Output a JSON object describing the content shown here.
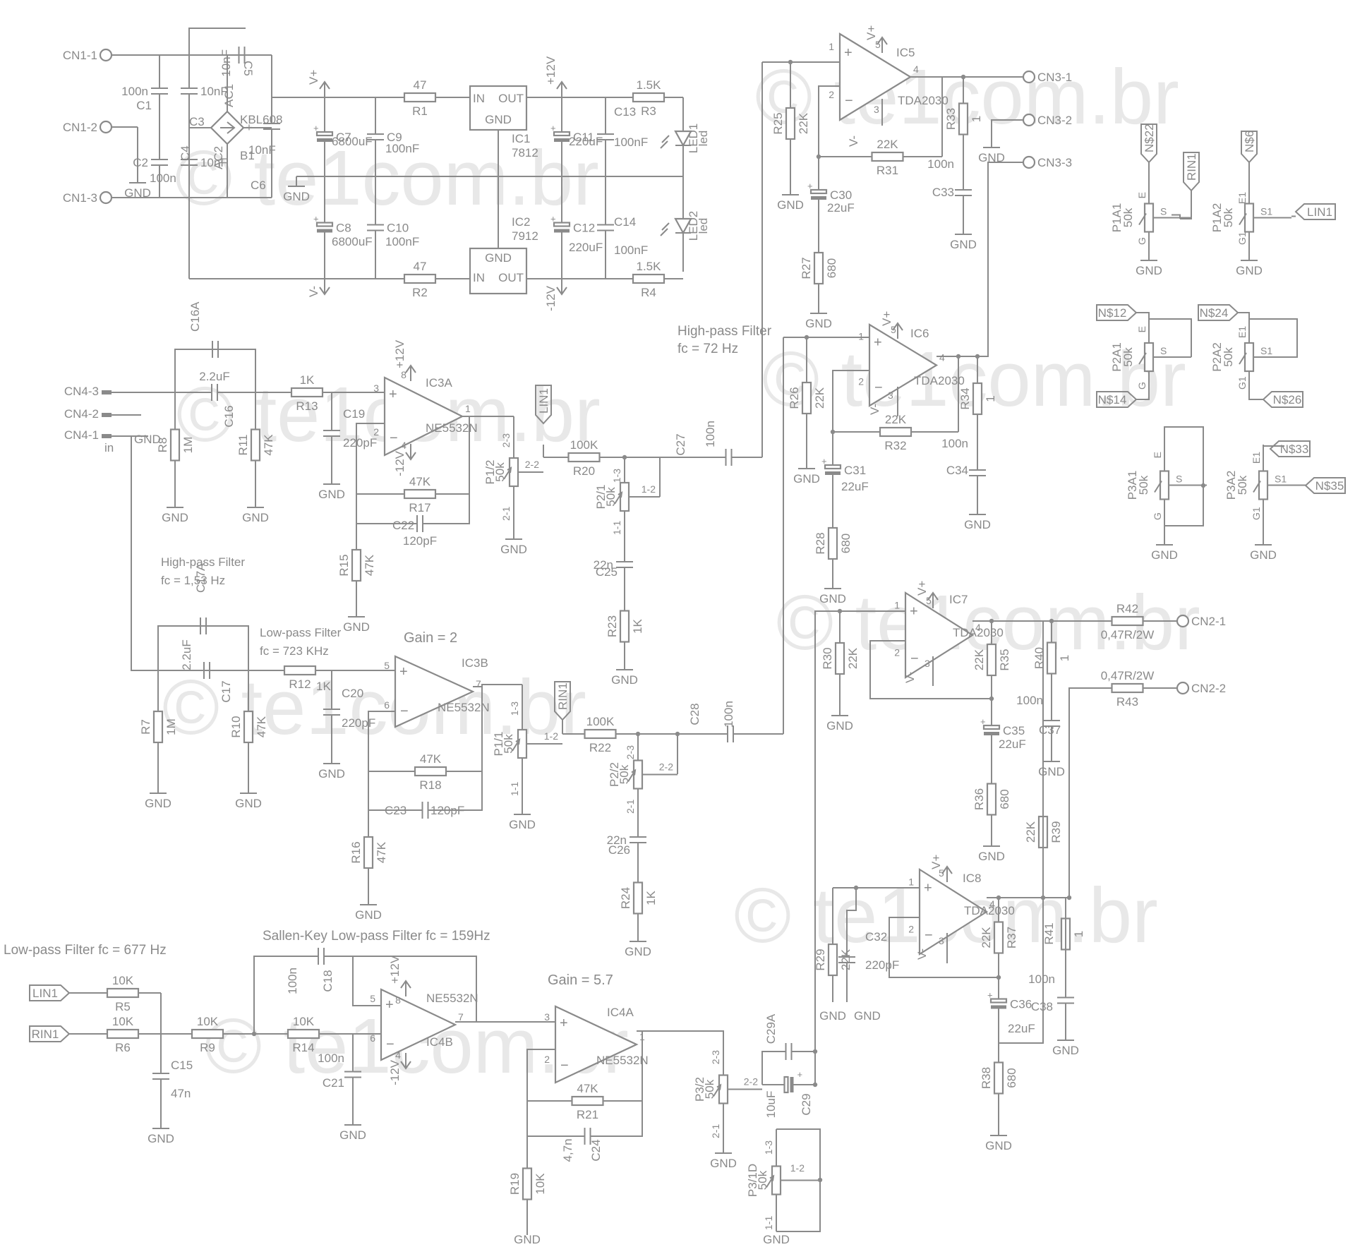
{
  "watermark": "© te1com.br",
  "connectors": [
    "CN1-1",
    "CN1-2",
    "CN1-3",
    "CN4-3",
    "CN4-2",
    "CN4-1",
    "CN3-1",
    "CN3-2",
    "CN3-3",
    "CN2-1",
    "CN2-2"
  ],
  "annotations": {
    "hp1_title": "High-pass Filter",
    "hp1_fc": "fc = 1,53 Hz",
    "lp1_title": "Low-pass Filter",
    "lp1_fc": "fc = 723 KHz",
    "gain_ic3": "Gain = 2",
    "hp2_title": "High-pass Filter",
    "hp2_fc": "fc = 72 Hz",
    "lp2": "Low-pass Filter fc = 677 Hz",
    "sk": "Sallen-Key Low-pass Filter fc = 159Hz",
    "gain_ic4": "Gain = 5.7",
    "in_label": "in"
  },
  "power": {
    "bridge": {
      "name": "B1",
      "part": "KBL608",
      "ac1": "AC1",
      "ac2": "AC2",
      "plus": "+",
      "minus": "-"
    },
    "ic1": {
      "name": "IC1",
      "part": "7812",
      "pin_in": "IN",
      "pin_out": "OUT",
      "pin_gnd": "GND"
    },
    "ic2": {
      "name": "IC2",
      "part": "7912",
      "pin_in": "IN",
      "pin_out": "OUT",
      "pin_gnd": "GND"
    },
    "rails": [
      "V+",
      "V-",
      "+12V",
      "-12V",
      "GND"
    ],
    "led1": {
      "name": "LED1",
      "type": "led"
    },
    "led2": {
      "name": "LED2",
      "type": "led"
    }
  },
  "opamps": [
    {
      "name": "IC3A",
      "part": "NE5532N",
      "pins": [
        "3",
        "2",
        "1",
        "8",
        "4"
      ]
    },
    {
      "name": "IC3B",
      "part": "NE5532N",
      "pins": [
        "5",
        "6",
        "7"
      ]
    },
    {
      "name": "IC4A",
      "part": "NE5532N",
      "pins": [
        "3",
        "2",
        "1"
      ]
    },
    {
      "name": "IC4B",
      "part": "NE5532N",
      "pins": [
        "5",
        "6",
        "7",
        "8",
        "4"
      ]
    },
    {
      "name": "IC5",
      "part": "TDA2030",
      "pins": [
        "1",
        "2",
        "4",
        "5",
        "3"
      ]
    },
    {
      "name": "IC6",
      "part": "TDA2030",
      "pins": [
        "1",
        "2",
        "4",
        "5",
        "3"
      ]
    },
    {
      "name": "IC7",
      "part": "TDA2030",
      "pins": [
        "1",
        "2",
        "4",
        "5",
        "3"
      ]
    },
    {
      "name": "IC8",
      "part": "TDA2030",
      "pins": [
        "1",
        "2",
        "4",
        "5",
        "3"
      ]
    }
  ],
  "resistors": [
    {
      "name": "R1",
      "value": "47"
    },
    {
      "name": "R2",
      "value": "47"
    },
    {
      "name": "R3",
      "value": "1.5K"
    },
    {
      "name": "R4",
      "value": "1.5K"
    },
    {
      "name": "R5",
      "value": "10K"
    },
    {
      "name": "R6",
      "value": "10K"
    },
    {
      "name": "R7",
      "value": "1M"
    },
    {
      "name": "R8",
      "value": "1M"
    },
    {
      "name": "R9",
      "value": "10K"
    },
    {
      "name": "R10",
      "value": "47K"
    },
    {
      "name": "R11",
      "value": "47K"
    },
    {
      "name": "R12",
      "value": "1K"
    },
    {
      "name": "R13",
      "value": "1K"
    },
    {
      "name": "R14",
      "value": "10K"
    },
    {
      "name": "R15",
      "value": "47K"
    },
    {
      "name": "R16",
      "value": "47K"
    },
    {
      "name": "R17",
      "value": "47K"
    },
    {
      "name": "R18",
      "value": "47K"
    },
    {
      "name": "R19",
      "value": "10K"
    },
    {
      "name": "R20",
      "value": "100K"
    },
    {
      "name": "R21",
      "value": "47K"
    },
    {
      "name": "R22",
      "value": "100K"
    },
    {
      "name": "R23",
      "value": "1K"
    },
    {
      "name": "R24",
      "value": "1K"
    },
    {
      "name": "R25",
      "value": "22K"
    },
    {
      "name": "R26",
      "value": "22K"
    },
    {
      "name": "R27",
      "value": "680"
    },
    {
      "name": "R28",
      "value": "680"
    },
    {
      "name": "R29",
      "value": "22K"
    },
    {
      "name": "R30",
      "value": "22K"
    },
    {
      "name": "R31",
      "value": "22K"
    },
    {
      "name": "R32",
      "value": "22K"
    },
    {
      "name": "R33",
      "value": "1"
    },
    {
      "name": "R34",
      "value": "1"
    },
    {
      "name": "R35",
      "value": "22K"
    },
    {
      "name": "R36",
      "value": "680"
    },
    {
      "name": "R37",
      "value": "22K"
    },
    {
      "name": "R38",
      "value": "680"
    },
    {
      "name": "R39",
      "value": "22K"
    },
    {
      "name": "R40",
      "value": "1"
    },
    {
      "name": "R41",
      "value": "1"
    },
    {
      "name": "R42",
      "value": "0,47R/2W"
    },
    {
      "name": "R43",
      "value": "0,47R/2W"
    }
  ],
  "capacitors": [
    {
      "name": "C1",
      "value": "100n"
    },
    {
      "name": "C2",
      "value": "100n"
    },
    {
      "name": "C3",
      "value": "10nF"
    },
    {
      "name": "C4",
      "value": "10nF"
    },
    {
      "name": "C5",
      "value": "10nF"
    },
    {
      "name": "C6",
      "value": "10nF"
    },
    {
      "name": "C7",
      "value": "6800uF"
    },
    {
      "name": "C8",
      "value": "6800uF"
    },
    {
      "name": "C9",
      "value": "100nF"
    },
    {
      "name": "C10",
      "value": "100nF"
    },
    {
      "name": "C11",
      "value": "220uF"
    },
    {
      "name": "C12",
      "value": "220uF"
    },
    {
      "name": "C13",
      "value": "100nF"
    },
    {
      "name": "C14",
      "value": "100nF"
    },
    {
      "name": "C15",
      "value": "47n"
    },
    {
      "name": "C16",
      "value": "2.2uF"
    },
    {
      "name": "C16A",
      "value": ""
    },
    {
      "name": "C17",
      "value": "2.2uF"
    },
    {
      "name": "C17A",
      "value": ""
    },
    {
      "name": "C18",
      "value": "100n"
    },
    {
      "name": "C19",
      "value": "220pF"
    },
    {
      "name": "C20",
      "value": "220pF"
    },
    {
      "name": "C21",
      "value": "100n"
    },
    {
      "name": "C22",
      "value": "120pF"
    },
    {
      "name": "C23",
      "value": "120pF"
    },
    {
      "name": "C24",
      "value": "4,7n"
    },
    {
      "name": "C25",
      "value": "22n"
    },
    {
      "name": "C26",
      "value": "22n"
    },
    {
      "name": "C27",
      "value": "100n"
    },
    {
      "name": "C28",
      "value": "100n"
    },
    {
      "name": "C29",
      "value": "10uF"
    },
    {
      "name": "C29A",
      "value": ""
    },
    {
      "name": "C30",
      "value": "22uF"
    },
    {
      "name": "C31",
      "value": "22uF"
    },
    {
      "name": "C32",
      "value": "220pF"
    },
    {
      "name": "C33",
      "value": "100n"
    },
    {
      "name": "C34",
      "value": "100n"
    },
    {
      "name": "C35",
      "value": "22uF"
    },
    {
      "name": "C36",
      "value": "22uF"
    },
    {
      "name": "C37",
      "value": "100n"
    },
    {
      "name": "C38",
      "value": "100n"
    }
  ],
  "pots": [
    {
      "name": "P1/1",
      "value": "50k"
    },
    {
      "name": "P1/2",
      "value": "50k"
    },
    {
      "name": "P2/1",
      "value": "50k"
    },
    {
      "name": "P2/2",
      "value": "50k"
    },
    {
      "name": "P3/1D",
      "value": "50k"
    },
    {
      "name": "P3/2",
      "value": "50k"
    },
    {
      "name": "P1A1",
      "value": "50k"
    },
    {
      "name": "P1A2",
      "value": "50k"
    },
    {
      "name": "P2A1",
      "value": "50k"
    },
    {
      "name": "P2A2",
      "value": "50k"
    },
    {
      "name": "P3A1",
      "value": "50k"
    },
    {
      "name": "P3A2",
      "value": "50k"
    }
  ],
  "pot_pins": [
    "1-1",
    "1-2",
    "1-3",
    "2-1",
    "2-2",
    "2-3",
    "E",
    "S",
    "G",
    "E1",
    "S1",
    "G1"
  ],
  "net_labels": [
    "LIN1",
    "RIN1",
    "N$22",
    "N$6",
    "N$12",
    "N$14",
    "N$24",
    "N$26",
    "N$33",
    "N$35"
  ]
}
